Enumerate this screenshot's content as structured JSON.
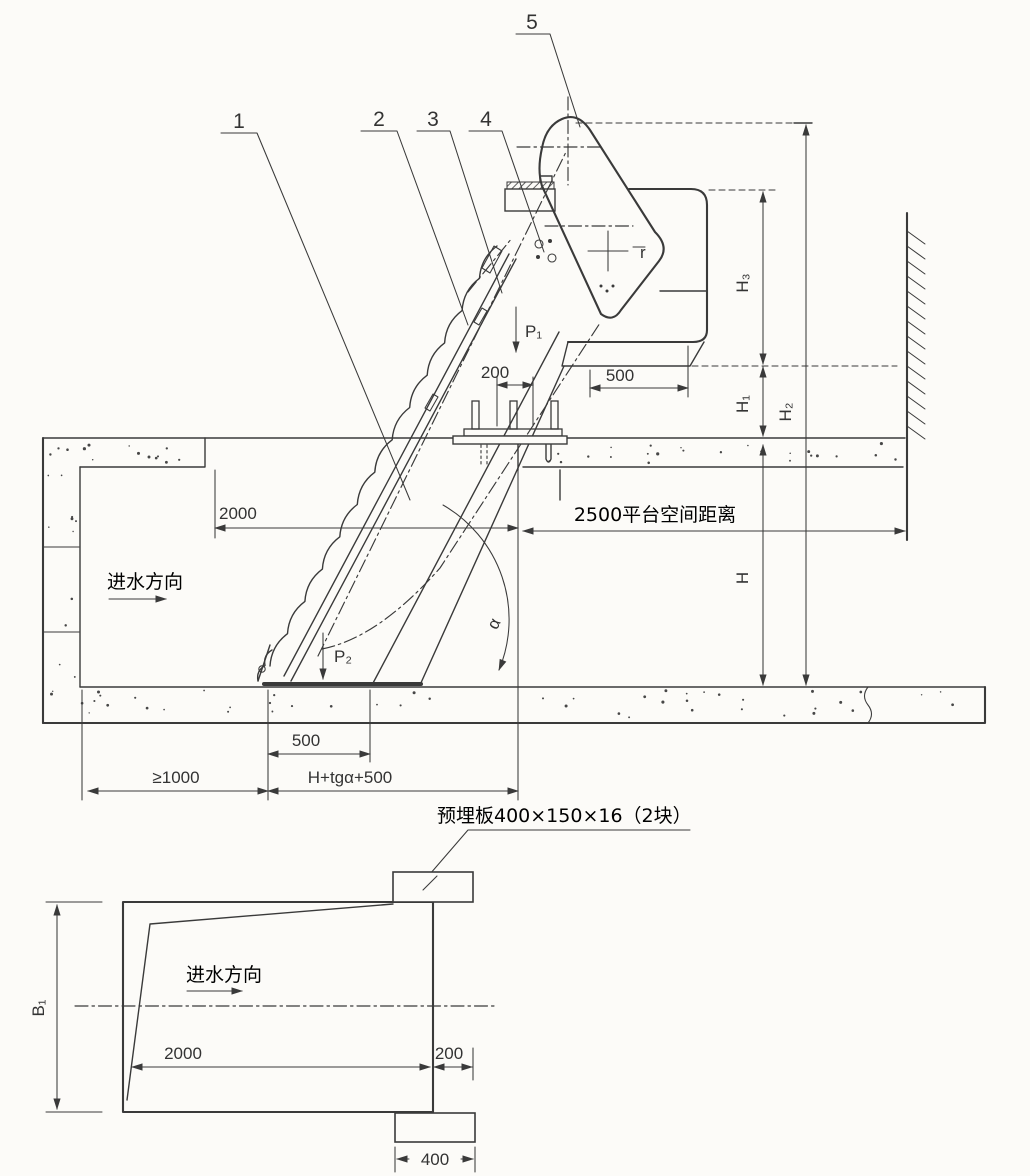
{
  "colors": {
    "ink": "#3a3a3a",
    "paper": "#fcfbf8"
  },
  "callouts": {
    "n1": "1",
    "n2": "2",
    "n3": "3",
    "n4": "4",
    "n5": "5"
  },
  "side": {
    "flow_direction": "进水方向",
    "dim_channel_left": "2000",
    "dim_platform": "2500平台空间距离",
    "dim_anchor_spacing": "200",
    "dim_discharge": "500",
    "dim_foot": "500",
    "dim_clearance": "≥1000",
    "dim_formula": "H+tgα+500",
    "depth": "H",
    "h1": "H₁",
    "h2": "H₂",
    "h3": "H₃",
    "load_top": "P₁",
    "load_bottom": "P₂",
    "angle": "α",
    "radius": "r",
    "plate_note": "预埋板400×150×16（2块）"
  },
  "plan": {
    "flow_direction": "进水方向",
    "width_label": "B₁",
    "dim_channel": "2000",
    "dim_plate_offset": "200",
    "dim_plate_width": "400"
  }
}
